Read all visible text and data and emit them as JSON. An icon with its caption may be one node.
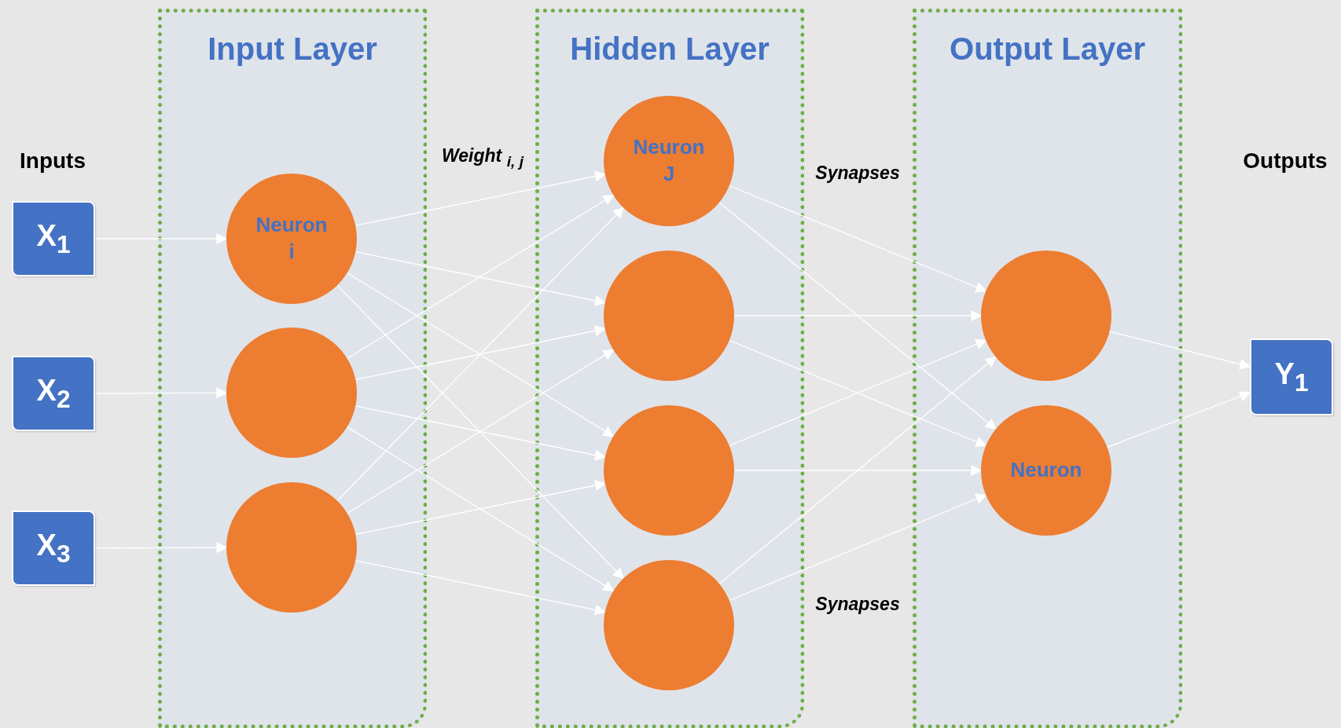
{
  "diagram": {
    "nodes": [
      {
        "text": [
          "X$_{1}$"
        ]
      },
      {
        "text": [
          "X$_{2}$"
        ]
      },
      {
        "text": [
          "X$_{3}$"
        ]
      },
      {
        "text": [
          "Input Layer"
        ]
      },
      {
        "text": [
          "Neuron i"
        ],
        "in": 3
      },
      {
        "text": [],
        "shape": "circle",
        "in": 3
      },
      {
        "text": [],
        "shape": "circle",
        "in": 3
      },
      {
        "text": [
          "Hidden Layer"
        ]
      },
      {
        "text": [
          "Neuron J"
        ],
        "in": 7
      },
      {
        "text": [],
        "shape": "circle",
        "in": 7
      },
      {
        "text": [],
        "shape": "circle",
        "in": 7
      },
      {
        "text": [],
        "shape": "circle",
        "in": 7
      },
      {
        "text": [
          "Output Layer"
        ]
      },
      {
        "text": [],
        "shape": "circle",
        "in": 12
      },
      {
        "text": [
          "Neuron"
        ],
        "in": 12
      },
      {
        "text": [
          "Y$_{1}$"
        ]
      }
    ],
    "edges": [
      {
        "from": 0,
        "to": 4,
        "arrow": "to"
      },
      {
        "from": 1,
        "to": 5,
        "arrow": "to"
      },
      {
        "from": 2,
        "to": 6,
        "arrow": "to"
      },
      {
        "from": 4,
        "to": 8,
        "arrow": "to"
      },
      {
        "from": 4,
        "to": 9,
        "arrow": "to"
      },
      {
        "from": 4,
        "to": 10,
        "arrow": "to"
      },
      {
        "from": 4,
        "to": 11,
        "arrow": "to"
      },
      {
        "from": 5,
        "to": 8,
        "arrow": "to"
      },
      {
        "from": 5,
        "to": 9,
        "arrow": "to"
      },
      {
        "from": 5,
        "to": 10,
        "arrow": "to"
      },
      {
        "from": 5,
        "to": 11,
        "arrow": "to"
      },
      {
        "from": 6,
        "to": 8,
        "arrow": "to"
      },
      {
        "from": 6,
        "to": 9,
        "arrow": "to"
      },
      {
        "from": 6,
        "to": 10,
        "arrow": "to"
      },
      {
        "from": 6,
        "to": 11,
        "arrow": "to"
      },
      {
        "from": 8,
        "to": 13,
        "arrow": "to"
      },
      {
        "from": 8,
        "to": 14,
        "arrow": "to"
      },
      {
        "from": 9,
        "to": 13,
        "arrow": "to"
      },
      {
        "from": 9,
        "to": 14,
        "arrow": "to"
      },
      {
        "from": 10,
        "to": 13,
        "arrow": "to"
      },
      {
        "from": 10,
        "to": 14,
        "arrow": "to"
      },
      {
        "from": 11,
        "to": 13,
        "arrow": "to"
      },
      {
        "from": 11,
        "to": 14,
        "arrow": "to"
      },
      {
        "from": 13,
        "to": 15,
        "arrow": "to"
      },
      {
        "from": 14,
        "to": 15,
        "arrow": "to"
      }
    ],
    "labels": [
      "Inputs",
      "Outputs",
      "Weight $_{i, j}$",
      "Synapses",
      "Synapses"
    ]
  }
}
